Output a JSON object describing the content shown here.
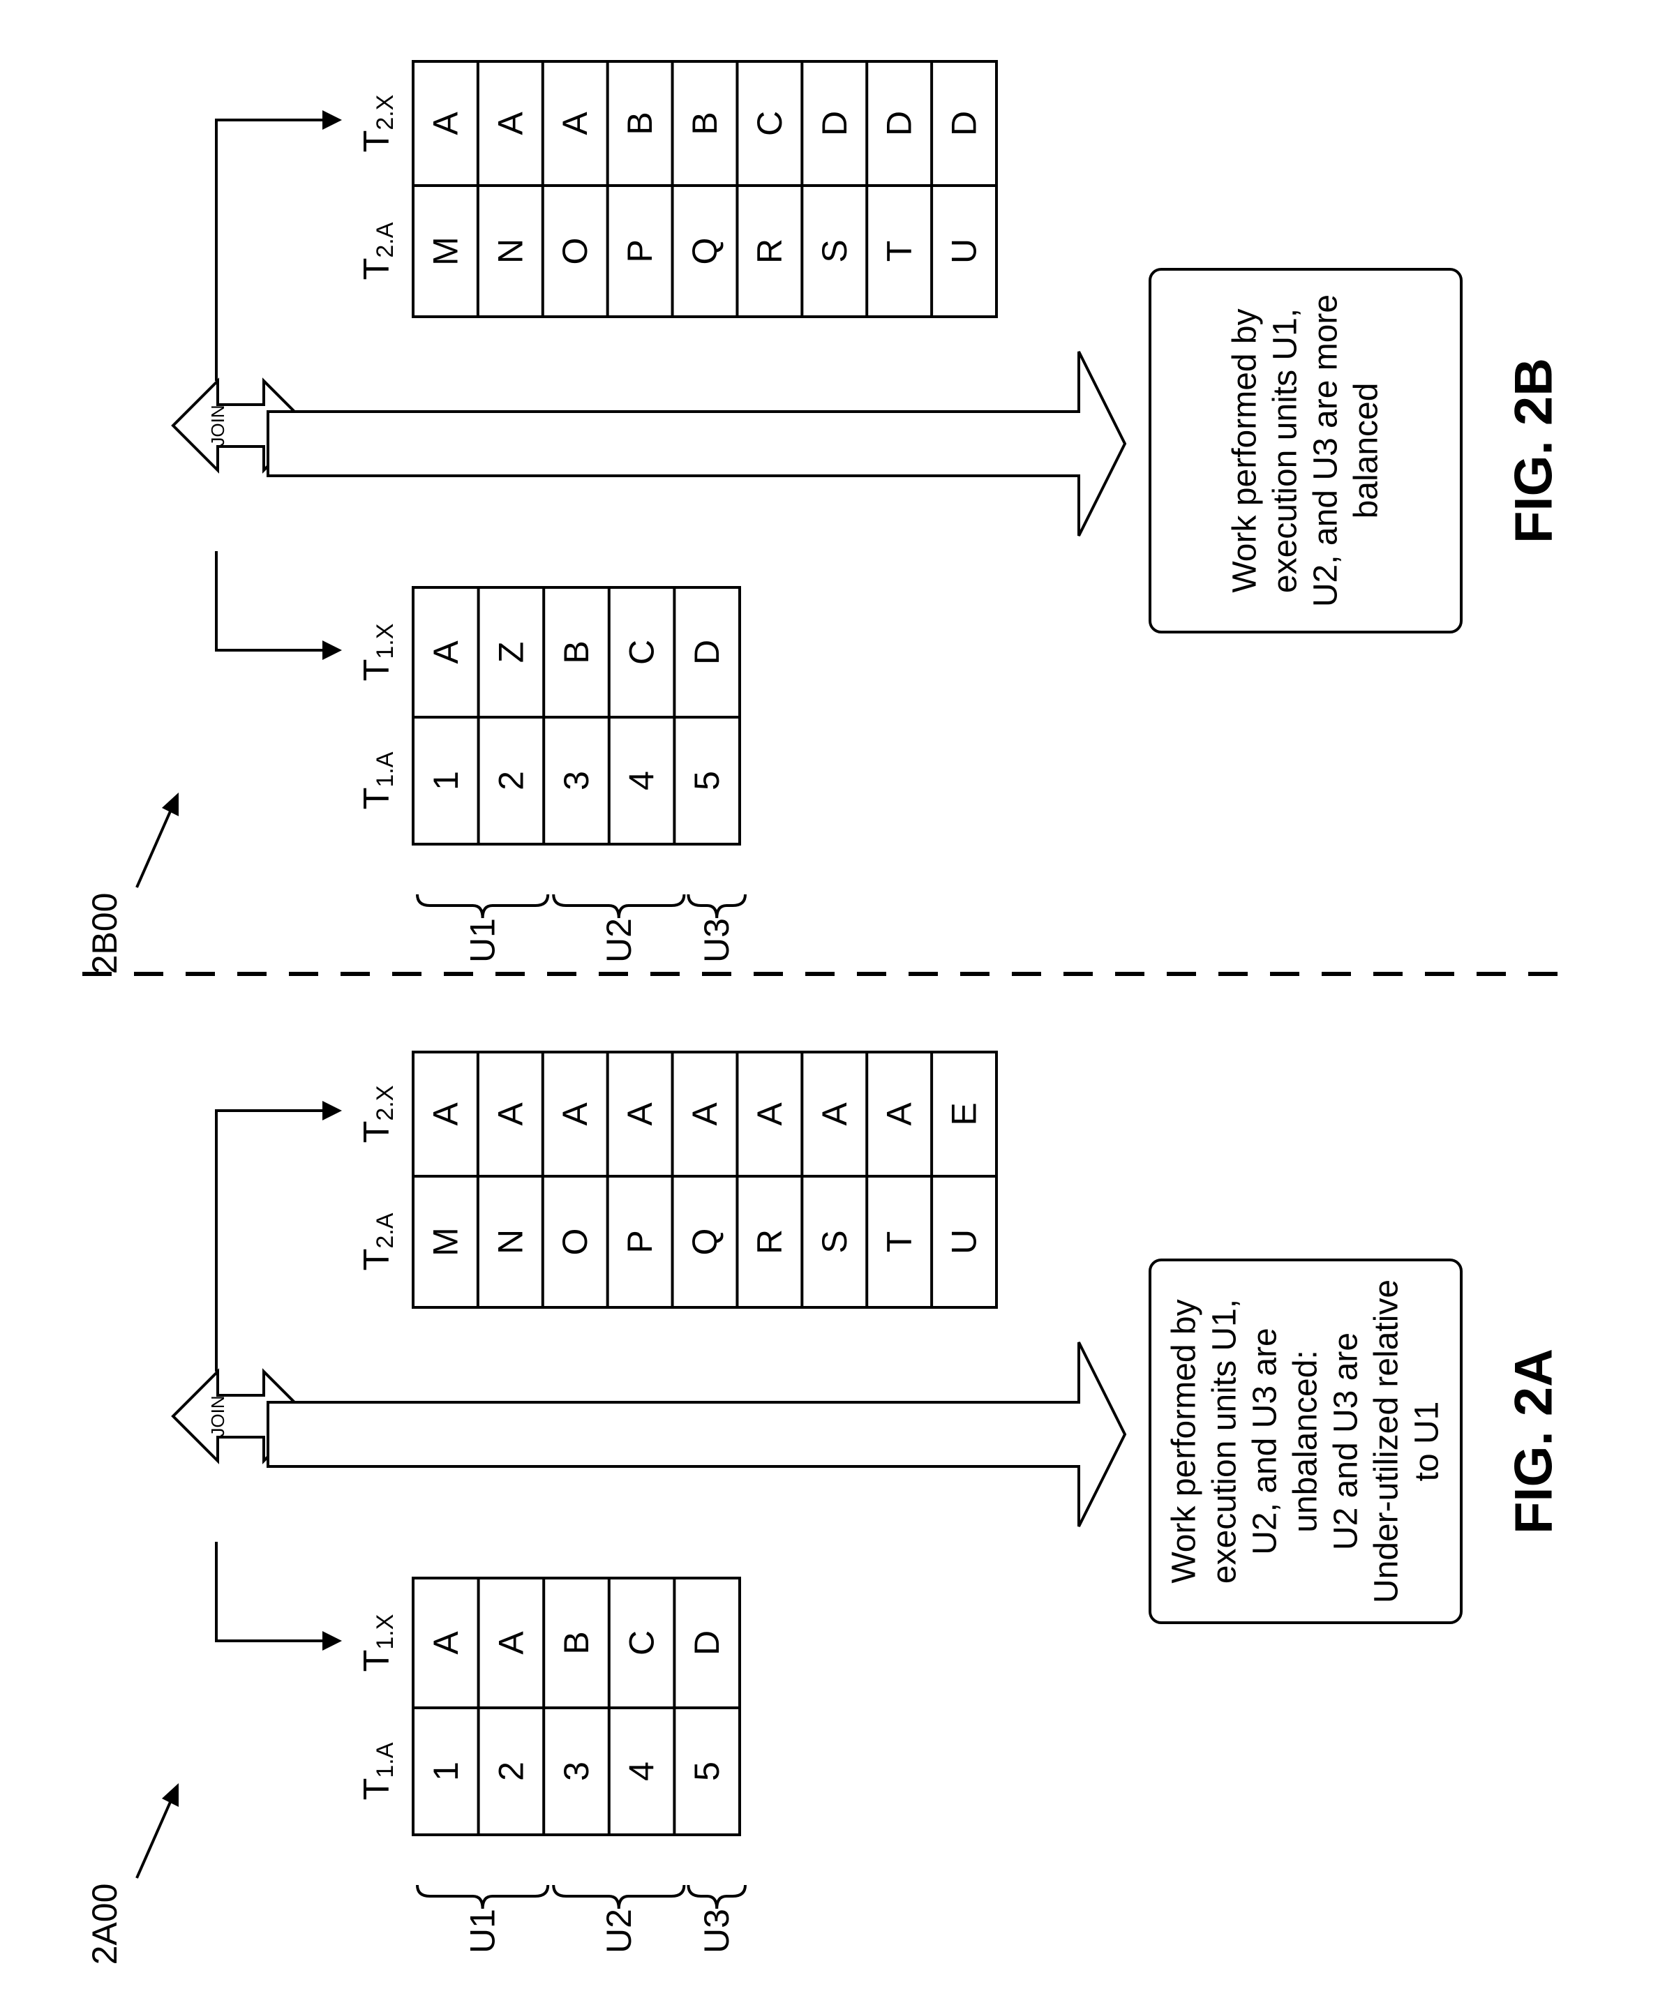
{
  "figures": [
    {
      "id": "2a",
      "ref_label": "2A00",
      "fig_label": "FIG. 2A",
      "join_label": "JOIN",
      "t1": {
        "col_a": {
          "main": "T",
          "sub": "1.A"
        },
        "col_x": {
          "main": "T",
          "sub": "1.X"
        },
        "rows": [
          [
            "1",
            "A"
          ],
          [
            "2",
            "A"
          ],
          [
            "3",
            "B"
          ],
          [
            "4",
            "C"
          ],
          [
            "5",
            "D"
          ]
        ]
      },
      "t2": {
        "col_a": {
          "main": "T",
          "sub": "2.A"
        },
        "col_x": {
          "main": "T",
          "sub": "2.X"
        },
        "rows": [
          [
            "M",
            "A"
          ],
          [
            "N",
            "A"
          ],
          [
            "O",
            "A"
          ],
          [
            "P",
            "A"
          ],
          [
            "Q",
            "A"
          ],
          [
            "R",
            "A"
          ],
          [
            "S",
            "A"
          ],
          [
            "T",
            "A"
          ],
          [
            "U",
            "E"
          ]
        ]
      },
      "units": [
        {
          "label": "U1",
          "rows": 2
        },
        {
          "label": "U2",
          "rows": 2
        },
        {
          "label": "U3",
          "rows": 1
        }
      ],
      "note_lines": [
        "Work performed by",
        "execution units U1,",
        "U2, and U3 are",
        "unbalanced:",
        "U2 and U3 are",
        "Under-utilized relative",
        "to U1"
      ]
    },
    {
      "id": "2b",
      "ref_label": "2B00",
      "fig_label": "FIG. 2B",
      "join_label": "JOIN",
      "t1": {
        "col_a": {
          "main": "T",
          "sub": "1.A"
        },
        "col_x": {
          "main": "T",
          "sub": "1.X"
        },
        "rows": [
          [
            "1",
            "A"
          ],
          [
            "2",
            "Z"
          ],
          [
            "3",
            "B"
          ],
          [
            "4",
            "C"
          ],
          [
            "5",
            "D"
          ]
        ]
      },
      "t2": {
        "col_a": {
          "main": "T",
          "sub": "2.A"
        },
        "col_x": {
          "main": "T",
          "sub": "2.X"
        },
        "rows": [
          [
            "M",
            "A"
          ],
          [
            "N",
            "A"
          ],
          [
            "O",
            "A"
          ],
          [
            "P",
            "B"
          ],
          [
            "Q",
            "B"
          ],
          [
            "R",
            "C"
          ],
          [
            "S",
            "D"
          ],
          [
            "T",
            "D"
          ],
          [
            "U",
            "D"
          ]
        ]
      },
      "units": [
        {
          "label": "U1",
          "rows": 2
        },
        {
          "label": "U2",
          "rows": 2
        },
        {
          "label": "U3",
          "rows": 1
        }
      ],
      "note_lines": [
        "Work performed by",
        "execution units U1,",
        "U2, and U3 are more",
        "balanced"
      ]
    }
  ]
}
